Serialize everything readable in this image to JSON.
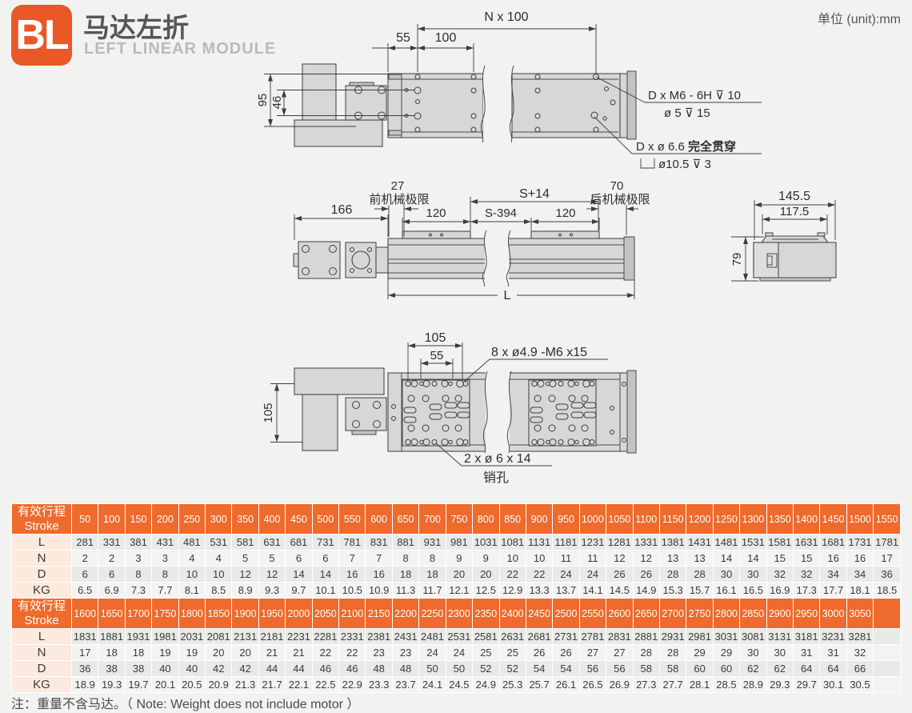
{
  "header": {
    "logo": "BL",
    "title_zh": "马达左折",
    "title_en": "LEFT LINEAR MODULE",
    "unit_note": "单位 (unit):mm"
  },
  "colors": {
    "brand_orange": "#e95827",
    "table_header_orange": "#ee6a2d",
    "row_label_peach": "#fbeadd",
    "part_gray": "#d7d7d5"
  },
  "drawings": {
    "top_view": {
      "dim_n100": "N x 100",
      "dim_55": "55",
      "dim_100": "100",
      "dim_95": "95",
      "dim_46": "46",
      "ann_thread_line1": "D x  M6 - 6H ⊽ 10",
      "ann_thread_line2": "ø 5 ⊽ 15",
      "ann_through_prefix": "D x ø 6.6 ",
      "ann_through_bold": "完全贯穿",
      "ann_counterbore": "ø10.5 ⊽ 3"
    },
    "side_view": {
      "dim_27": "27",
      "label_front_limit": "前机械极限",
      "dim_s14": "S+14",
      "dim_70": "70",
      "label_rear_limit": "后机械极限",
      "dim_166": "166",
      "dim_120_left": "120",
      "dim_s394": "S-394",
      "dim_120_right": "120",
      "dim_L": "L"
    },
    "section_view": {
      "dim_145_5": "145.5",
      "dim_117_5": "117.5",
      "dim_79": "79"
    },
    "bottom_view": {
      "dim_105_top": "105",
      "dim_55": "55",
      "ann_holes": "8 x ø4.9 -M6 x15",
      "dim_105_left": "105",
      "ann_pin": "2 x  ø 6 x 14",
      "label_pin": "销孔"
    }
  },
  "tables": [
    {
      "header_zh": "有效行程",
      "header_en": "Stroke",
      "trailing_empty": false,
      "strokes": [
        50,
        100,
        150,
        200,
        250,
        300,
        350,
        400,
        450,
        500,
        550,
        600,
        650,
        700,
        750,
        800,
        850,
        900,
        950,
        1000,
        1050,
        1100,
        1150,
        1200,
        1250,
        1300,
        1350,
        1400,
        1450,
        1500,
        1550
      ],
      "rows": [
        {
          "label": "L",
          "values": [
            281,
            331,
            381,
            431,
            481,
            531,
            581,
            631,
            681,
            731,
            781,
            831,
            881,
            931,
            981,
            1031,
            1081,
            1131,
            1181,
            1231,
            1281,
            1331,
            1381,
            1431,
            1481,
            1531,
            1581,
            1631,
            1681,
            1731,
            1781
          ]
        },
        {
          "label": "N",
          "values": [
            2,
            2,
            3,
            3,
            4,
            4,
            5,
            5,
            6,
            6,
            7,
            7,
            8,
            8,
            9,
            9,
            10,
            10,
            11,
            11,
            12,
            12,
            13,
            13,
            14,
            14,
            15,
            15,
            16,
            16,
            17
          ]
        },
        {
          "label": "D",
          "values": [
            6,
            6,
            8,
            8,
            10,
            10,
            12,
            12,
            14,
            14,
            16,
            16,
            18,
            18,
            20,
            20,
            22,
            22,
            24,
            24,
            26,
            26,
            28,
            28,
            30,
            30,
            32,
            32,
            34,
            34,
            36
          ]
        },
        {
          "label": "KG",
          "values": [
            6.5,
            6.9,
            7.3,
            7.7,
            8.1,
            8.5,
            8.9,
            9.3,
            9.7,
            10.1,
            10.5,
            10.9,
            11.3,
            11.7,
            12.1,
            12.5,
            12.9,
            13.3,
            13.7,
            14.1,
            14.5,
            14.9,
            15.3,
            15.7,
            16.1,
            16.5,
            16.9,
            17.3,
            17.7,
            18.1,
            18.5
          ]
        }
      ]
    },
    {
      "header_zh": "有效行程",
      "header_en": "Stroke",
      "trailing_empty": true,
      "strokes": [
        1600,
        1650,
        1700,
        1750,
        1800,
        1850,
        1900,
        1950,
        2000,
        2050,
        2100,
        2150,
        2200,
        2250,
        2300,
        2350,
        2400,
        2450,
        2500,
        2550,
        2600,
        2650,
        2700,
        2750,
        2800,
        2850,
        2900,
        2950,
        3000,
        3050
      ],
      "rows": [
        {
          "label": "L",
          "values": [
            1831,
            1881,
            1931,
            1981,
            2031,
            2081,
            2131,
            2181,
            2231,
            2281,
            2331,
            2381,
            2431,
            2481,
            2531,
            2581,
            2631,
            2681,
            2731,
            2781,
            2831,
            2881,
            2931,
            2981,
            3031,
            3081,
            3131,
            3181,
            3231,
            3281
          ]
        },
        {
          "label": "N",
          "values": [
            17,
            18,
            18,
            19,
            19,
            20,
            20,
            21,
            21,
            22,
            22,
            23,
            23,
            24,
            24,
            25,
            25,
            26,
            26,
            27,
            27,
            28,
            28,
            29,
            29,
            30,
            30,
            31,
            31,
            32
          ]
        },
        {
          "label": "D",
          "values": [
            36,
            38,
            38,
            40,
            40,
            42,
            42,
            44,
            44,
            46,
            46,
            48,
            48,
            50,
            50,
            52,
            52,
            54,
            54,
            56,
            56,
            58,
            58,
            60,
            60,
            62,
            62,
            64,
            64,
            66
          ]
        },
        {
          "label": "KG",
          "values": [
            18.9,
            19.3,
            19.7,
            20.1,
            20.5,
            20.9,
            21.3,
            21.7,
            22.1,
            22.5,
            22.9,
            23.3,
            23.7,
            24.1,
            24.5,
            24.9,
            25.3,
            25.7,
            26.1,
            26.5,
            26.9,
            27.3,
            27.7,
            28.1,
            28.5,
            28.9,
            29.3,
            29.7,
            30.1,
            30.5
          ]
        }
      ]
    }
  ],
  "footer": {
    "note": "注：重量不含马达。（ Note: Weight does not include motor ）"
  }
}
